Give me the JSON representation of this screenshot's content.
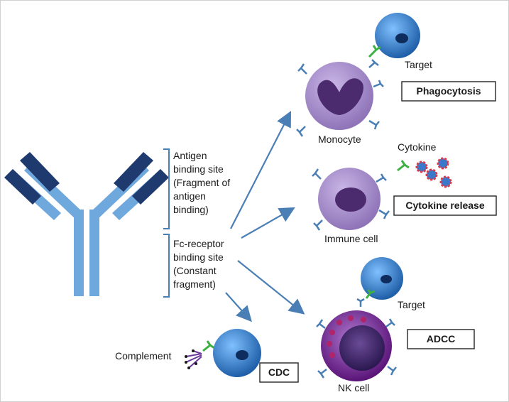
{
  "antibody": {
    "antigen_site_lines": [
      "Antigen",
      "binding site",
      "(Fragment of",
      "antigen",
      "binding)"
    ],
    "fc_site_lines": [
      "Fc-receptor",
      "binding site",
      "(Constant",
      "fragment)"
    ]
  },
  "cells": {
    "target_top": "Target",
    "monocyte": "Monocyte",
    "cytokine": "Cytokine",
    "immune_cell": "Immune cell",
    "target_bottom": "Target",
    "nk_cell": "NK cell",
    "complement": "Complement"
  },
  "outcomes": {
    "phagocytosis": "Phagocytosis",
    "cytokine_release": "Cytokine release",
    "adcc": "ADCC",
    "cdc": "CDC"
  },
  "colors": {
    "heavy_chain": "#6fa8dc",
    "light_chain_dark": "#1f3a6e",
    "arrow": "#4a7fb5",
    "cell_purple": "#a48cc8",
    "nucleus_purple": "#4b2a6e",
    "target_blue": "#2f7fd0",
    "nk_ring": "#6a1b8a",
    "receptor": "#4a7fb5",
    "bound_green": "#3cb043"
  }
}
